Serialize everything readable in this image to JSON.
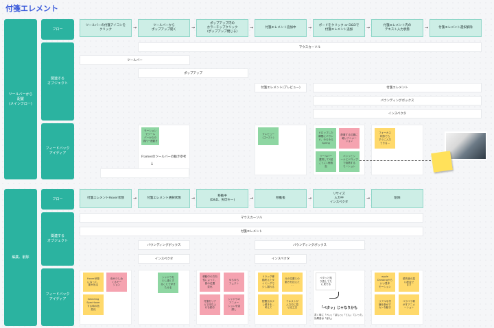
{
  "title": "付箋エレメント",
  "main_flow": {
    "lane_label": "ツールバーから\n配置\n(メインフロー)",
    "row_flow": "フロー",
    "row_objects": "関連する\nオブジェクト",
    "row_feedback": "フィードバック\nアイディア",
    "steps": [
      "ツールバーの付箋アイコンを\nクリック",
      "ツールバーから\nポップアップ開く",
      "ポップアップ内の\nカラーチップクリック\n(ポップアップ閉じる)",
      "付箋エレメント追加中",
      "ボードをクリック or D&Dで\n付箋エレメント追加",
      "付箋エレメント内の\nテキスト入力状態",
      "付箋エレメント選択解除"
    ],
    "objects": {
      "mouse_cursor": "マウスカーソル",
      "toolbar": "ツールバー",
      "popup": "ポップアップ",
      "preview": "付箋エレメント(プレビュー)",
      "element": "付箋エレメント",
      "bounding_box": "バウンディングボックス",
      "inspector": "インスペクタ"
    },
    "feedback": {
      "motion_note": "モーション\nでツール\nバーからの\n流れ一連動き",
      "framer_ref": "Framerのツールバーの動き参考",
      "preview_note": "プレビュー\n(ゴースト)",
      "s1": "ドロップした\n瞬間にバウン\nド。ゆらゆら\nSpring",
      "s2": "配置する位置に\n軽いアニメー\nション",
      "s3": "ツールバー\n選択して1回\nごとに1個追\n加",
      "s4": "ペシッとシ\nールにドロップ\nで吸着する\nモーション",
      "s5": "フォーカス\n状態でも\nすぐに入力\nできる..."
    }
  },
  "edit_flow": {
    "lane_label": "編集、削除",
    "row_flow": "フロー",
    "row_objects": "関連する\nオブジェクト",
    "row_feedback": "フィードバック\nアイディア",
    "steps": [
      "付箋エレメントHover状態",
      "付箋エレメント選択状態",
      "移動中\n(D&D、矢印キー)",
      "移動後",
      "リサイズ\n入力中\nインスペクタ",
      "削除"
    ],
    "objects": {
      "mouse_cursor": "マウスカーソル",
      "element": "付箋エレメント",
      "bbox_1": "バウンディングボックス",
      "inspector_1": "インスペクタ",
      "bbox_2": "バウンディングボックス",
      "inspector_2": "インスペクタ"
    },
    "feedback": {
      "a1": "Hover状態\nになって、\n影が出る",
      "a2": "色が少しぬ\nくるモー\nション",
      "a3": "Selecting\nSpecHover\nする時の色\n変化",
      "b1": "シャドウを\n少し濃くす\nることで浮き\nたせる",
      "c1": "移動中の方向\n性によって、\n影の位置\n変化",
      "c2": "ゆらゆら\nフェクト",
      "c3": "付箋をリア\nルで持ち上\nげる動き",
      "c4": "シャドウの\nアニメー\nションを強\n調し",
      "d1": "ドラッグ移\n動終えたタ\nイミングで\n少し揺れる",
      "d2": "元の位置との\n動きを控えた\n...",
      "d3": "配置元の少\nし傾きを...\n考えて",
      "d4": "テキストが\n入力中に見\nせる工夫",
      "e1": "ペタッと貼\nり直しでた\nに見せる",
      "e2": "「ペタッ」じゃなりかも",
      "e3": "書く時に「ぺぃ」「ぽんっ」「とん」ていった、効果音は「ぽん」",
      "f1": "apple\nDrawingから\nいい見本\nモーション",
      "f2": "優先度の高\nい度合せ\nます",
      "f3": "リアルな付\n箋を剥がす\nカンな動き",
      "f4": "ペラペラ剥\nがすアニメ\nーション"
    }
  },
  "colors": {
    "lane": "#2bb3a0",
    "flow_box": "#cdeee6",
    "title": "#3b5bdb",
    "sticky_green": "#8ed6a2",
    "sticky_pink": "#f5a3b0",
    "sticky_yellow": "#ffd96b"
  }
}
